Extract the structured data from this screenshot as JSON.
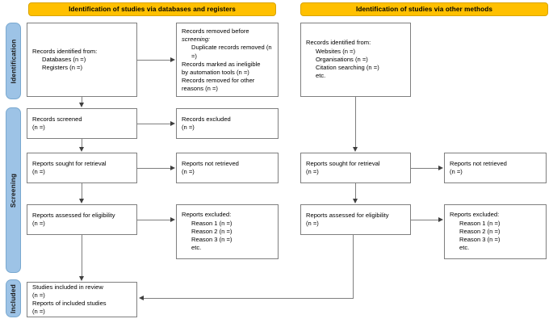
{
  "banners": [
    {
      "id": "databases-registers",
      "label": "Identification of studies via databases and registers"
    },
    {
      "id": "other-methods",
      "label": "Identification of studies via other methods"
    }
  ],
  "stages": [
    {
      "id": "identification",
      "label": "Identification"
    },
    {
      "id": "screening",
      "label": "Screening"
    },
    {
      "id": "included",
      "label": "Included"
    }
  ],
  "nodes": {
    "records_identified": {
      "lines": [
        {
          "text": "Records identified from:",
          "indent": false,
          "italic": false
        },
        {
          "text": "Databases (n =)",
          "indent": true,
          "italic": false
        },
        {
          "text": "Registers (n =)",
          "indent": true,
          "italic": false
        }
      ]
    },
    "records_removed": {
      "lines": [
        {
          "text": "Records removed before",
          "indent": false,
          "italic": false
        },
        {
          "text": "screening:",
          "indent": false,
          "italic": true
        },
        {
          "text": "Duplicate records removed (n",
          "indent": true,
          "italic": false
        },
        {
          "text": "=)",
          "indent": true,
          "italic": false
        },
        {
          "text": "Records marked as ineligible",
          "indent": false,
          "italic": false
        },
        {
          "text": "by automation tools (n =)",
          "indent": false,
          "italic": false
        },
        {
          "text": "Records removed for other",
          "indent": false,
          "italic": false
        },
        {
          "text": "reasons (n =)",
          "indent": false,
          "italic": false
        }
      ]
    },
    "records_screened": {
      "lines": [
        {
          "text": "Records screened",
          "indent": false,
          "italic": false
        },
        {
          "text": "(n =)",
          "indent": false,
          "italic": false
        }
      ]
    },
    "records_excluded": {
      "lines": [
        {
          "text": "Records excluded",
          "indent": false,
          "italic": false
        },
        {
          "text": "(n =)",
          "indent": false,
          "italic": false
        }
      ]
    },
    "reports_sought_left": {
      "lines": [
        {
          "text": "Reports sought for retrieval",
          "indent": false,
          "italic": false
        },
        {
          "text": "(n =)",
          "indent": false,
          "italic": false
        }
      ]
    },
    "reports_not_retrieved_left": {
      "lines": [
        {
          "text": "Reports not retrieved",
          "indent": false,
          "italic": false
        },
        {
          "text": "(n =)",
          "indent": false,
          "italic": false
        }
      ]
    },
    "reports_assessed_left": {
      "lines": [
        {
          "text": "Reports assessed for eligibility",
          "indent": false,
          "italic": false
        },
        {
          "text": "(n =)",
          "indent": false,
          "italic": false
        }
      ]
    },
    "reports_excluded_left": {
      "lines": [
        {
          "text": "Reports excluded:",
          "indent": false,
          "italic": false
        },
        {
          "text": "Reason 1 (n =)",
          "indent": true,
          "italic": false
        },
        {
          "text": "Reason 2 (n =)",
          "indent": true,
          "italic": false
        },
        {
          "text": "Reason 3 (n =)",
          "indent": true,
          "italic": false
        },
        {
          "text": "etc.",
          "indent": true,
          "italic": false
        }
      ]
    },
    "studies_included": {
      "lines": [
        {
          "text": "Studies included in review",
          "indent": false,
          "italic": false
        },
        {
          "text": "(n =)",
          "indent": false,
          "italic": false
        },
        {
          "text": "Reports of included studies",
          "indent": false,
          "italic": false
        },
        {
          "text": "(n =)",
          "indent": false,
          "italic": false
        }
      ]
    },
    "records_identified_other": {
      "lines": [
        {
          "text": "Records identified from:",
          "indent": false,
          "italic": false
        },
        {
          "text": "Websites (n =)",
          "indent": true,
          "italic": false
        },
        {
          "text": "Organisations (n =)",
          "indent": true,
          "italic": false
        },
        {
          "text": "Citation searching (n =)",
          "indent": true,
          "italic": false
        },
        {
          "text": "etc.",
          "indent": true,
          "italic": false
        }
      ]
    },
    "reports_sought_right": {
      "lines": [
        {
          "text": "Reports sought for retrieval",
          "indent": false,
          "italic": false
        },
        {
          "text": "(n =)",
          "indent": false,
          "italic": false
        }
      ]
    },
    "reports_not_retrieved_right": {
      "lines": [
        {
          "text": "Reports not retrieved",
          "indent": false,
          "italic": false
        },
        {
          "text": "(n =)",
          "indent": false,
          "italic": false
        }
      ]
    },
    "reports_assessed_right": {
      "lines": [
        {
          "text": "Reports assessed for eligibility",
          "indent": false,
          "italic": false
        },
        {
          "text": "(n =)",
          "indent": false,
          "italic": false
        }
      ]
    },
    "reports_excluded_right": {
      "lines": [
        {
          "text": "Reports excluded:",
          "indent": false,
          "italic": false
        },
        {
          "text": "Reason 1 (n =)",
          "indent": true,
          "italic": false
        },
        {
          "text": "Reason 2 (n =)",
          "indent": true,
          "italic": false
        },
        {
          "text": "Reason 3 (n =)",
          "indent": true,
          "italic": false
        },
        {
          "text": "etc.",
          "indent": true,
          "italic": false
        }
      ]
    }
  },
  "colors": {
    "banner_fill": "#ffc000",
    "stage_fill": "#9dc3e6",
    "node_border": "#7f7f7f",
    "connector": "#7f7f7f",
    "arrow": "#3f3f3f",
    "background": "#ffffff"
  }
}
